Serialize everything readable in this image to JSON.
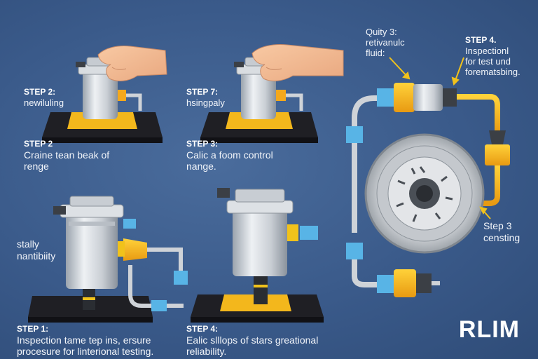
{
  "labels": {
    "s1": {
      "title": "STEP 2:",
      "body": "newiluling"
    },
    "s2": {
      "title": "STEP 7:",
      "body": "hsingpaly"
    },
    "s3": {
      "title": "STEP 2",
      "line1": "Craine tean beak of",
      "line2": "renge"
    },
    "s4": {
      "title": "STEP 3:",
      "line1": "Calic a foom control",
      "line2": "nange."
    },
    "quality": {
      "line1": "Quity 3:",
      "line2": "retivanulc",
      "line3": "fluid:"
    },
    "insp": {
      "title": "STEP 4.",
      "line1": "Inspectionl",
      "line2": "for test und",
      "line3": "forematsbing."
    },
    "stab": {
      "line1": "stally",
      "line2": "nantibiity"
    },
    "s3b": {
      "line1": "Step 3",
      "line2": "censting"
    },
    "s5": {
      "title": "STEP 1:",
      "line1": "Inspection tame tep ins, ersure",
      "line2": "procesure for linterional testing."
    },
    "s6": {
      "title": "STEP 4:",
      "line1": "Ealic slllops of stars greational",
      "line2": "reliability."
    }
  },
  "brand": "RLIM",
  "colors": {
    "background": "#3a5a8a",
    "pipe": "#f1c21b",
    "fitting": "#f4a81c",
    "connector": "#58b4e6",
    "base": "#1f1f24",
    "pad": "#f3b71c"
  }
}
